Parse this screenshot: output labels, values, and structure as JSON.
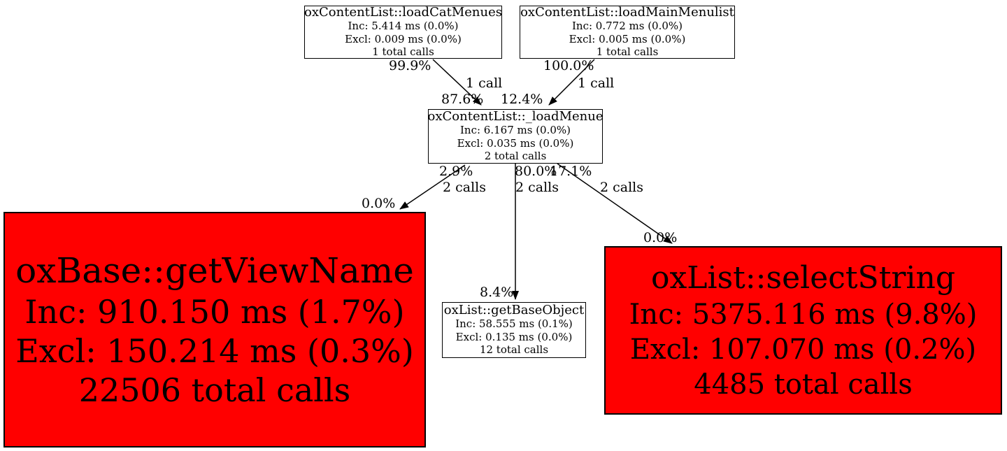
{
  "diagram": {
    "kind": "profiler-call-graph",
    "colors": {
      "background": "#ffffff",
      "node_fill": "#ffffff",
      "hot_node_fill": "#ff0000",
      "border": "#000000",
      "edge": "#000000"
    },
    "nodes": [
      {
        "name": "oxContentList::loadCatMenues",
        "inc": "Inc: 5.414 ms (0.0%)",
        "excl": "Excl: 0.009 ms (0.0%)",
        "calls": "1 total calls"
      },
      {
        "name": "oxContentList::loadMainMenulist",
        "inc": "Inc: 0.772 ms (0.0%)",
        "excl": "Excl: 0.005 ms (0.0%)",
        "calls": "1 total calls"
      },
      {
        "name": "oxContentList::_loadMenue",
        "inc": "Inc: 6.167 ms (0.0%)",
        "excl": "Excl: 0.035 ms (0.0%)",
        "calls": "2 total calls"
      },
      {
        "name": "oxBase::getViewName",
        "inc": "Inc: 910.150 ms (1.7%)",
        "excl": "Excl: 150.214 ms (0.3%)",
        "calls": "22506 total calls"
      },
      {
        "name": "oxList::getBaseObject",
        "inc": "Inc: 58.555 ms (0.1%)",
        "excl": "Excl: 0.135 ms (0.0%)",
        "calls": "12 total calls"
      },
      {
        "name": "oxList::selectString",
        "inc": "Inc: 5375.116 ms (9.8%)",
        "excl": "Excl: 107.070 ms (0.2%)",
        "calls": "4485 total calls"
      }
    ],
    "edges": [
      {
        "from": "oxContentList::loadCatMenues",
        "to": "oxContentList::_loadMenue",
        "out_pct": "99.9%",
        "calls": "1 call",
        "in_pct": "87.6%"
      },
      {
        "from": "oxContentList::loadMainMenulist",
        "to": "oxContentList::_loadMenue",
        "out_pct": "100.0%",
        "calls": "1 call",
        "in_pct": "12.4%"
      },
      {
        "from": "oxContentList::_loadMenue",
        "to": "oxBase::getViewName",
        "out_pct": "2.9%",
        "calls": "2 calls",
        "in_pct": "0.0%"
      },
      {
        "from": "oxContentList::_loadMenue",
        "to": "oxList::getBaseObject",
        "out_pct": "80.0%",
        "calls": "2 calls",
        "in_pct": "8.4%"
      },
      {
        "from": "oxContentList::_loadMenue",
        "to": "oxList::selectString",
        "out_pct": "17.1%",
        "calls": "2 calls",
        "in_pct": "0.0%"
      }
    ]
  }
}
